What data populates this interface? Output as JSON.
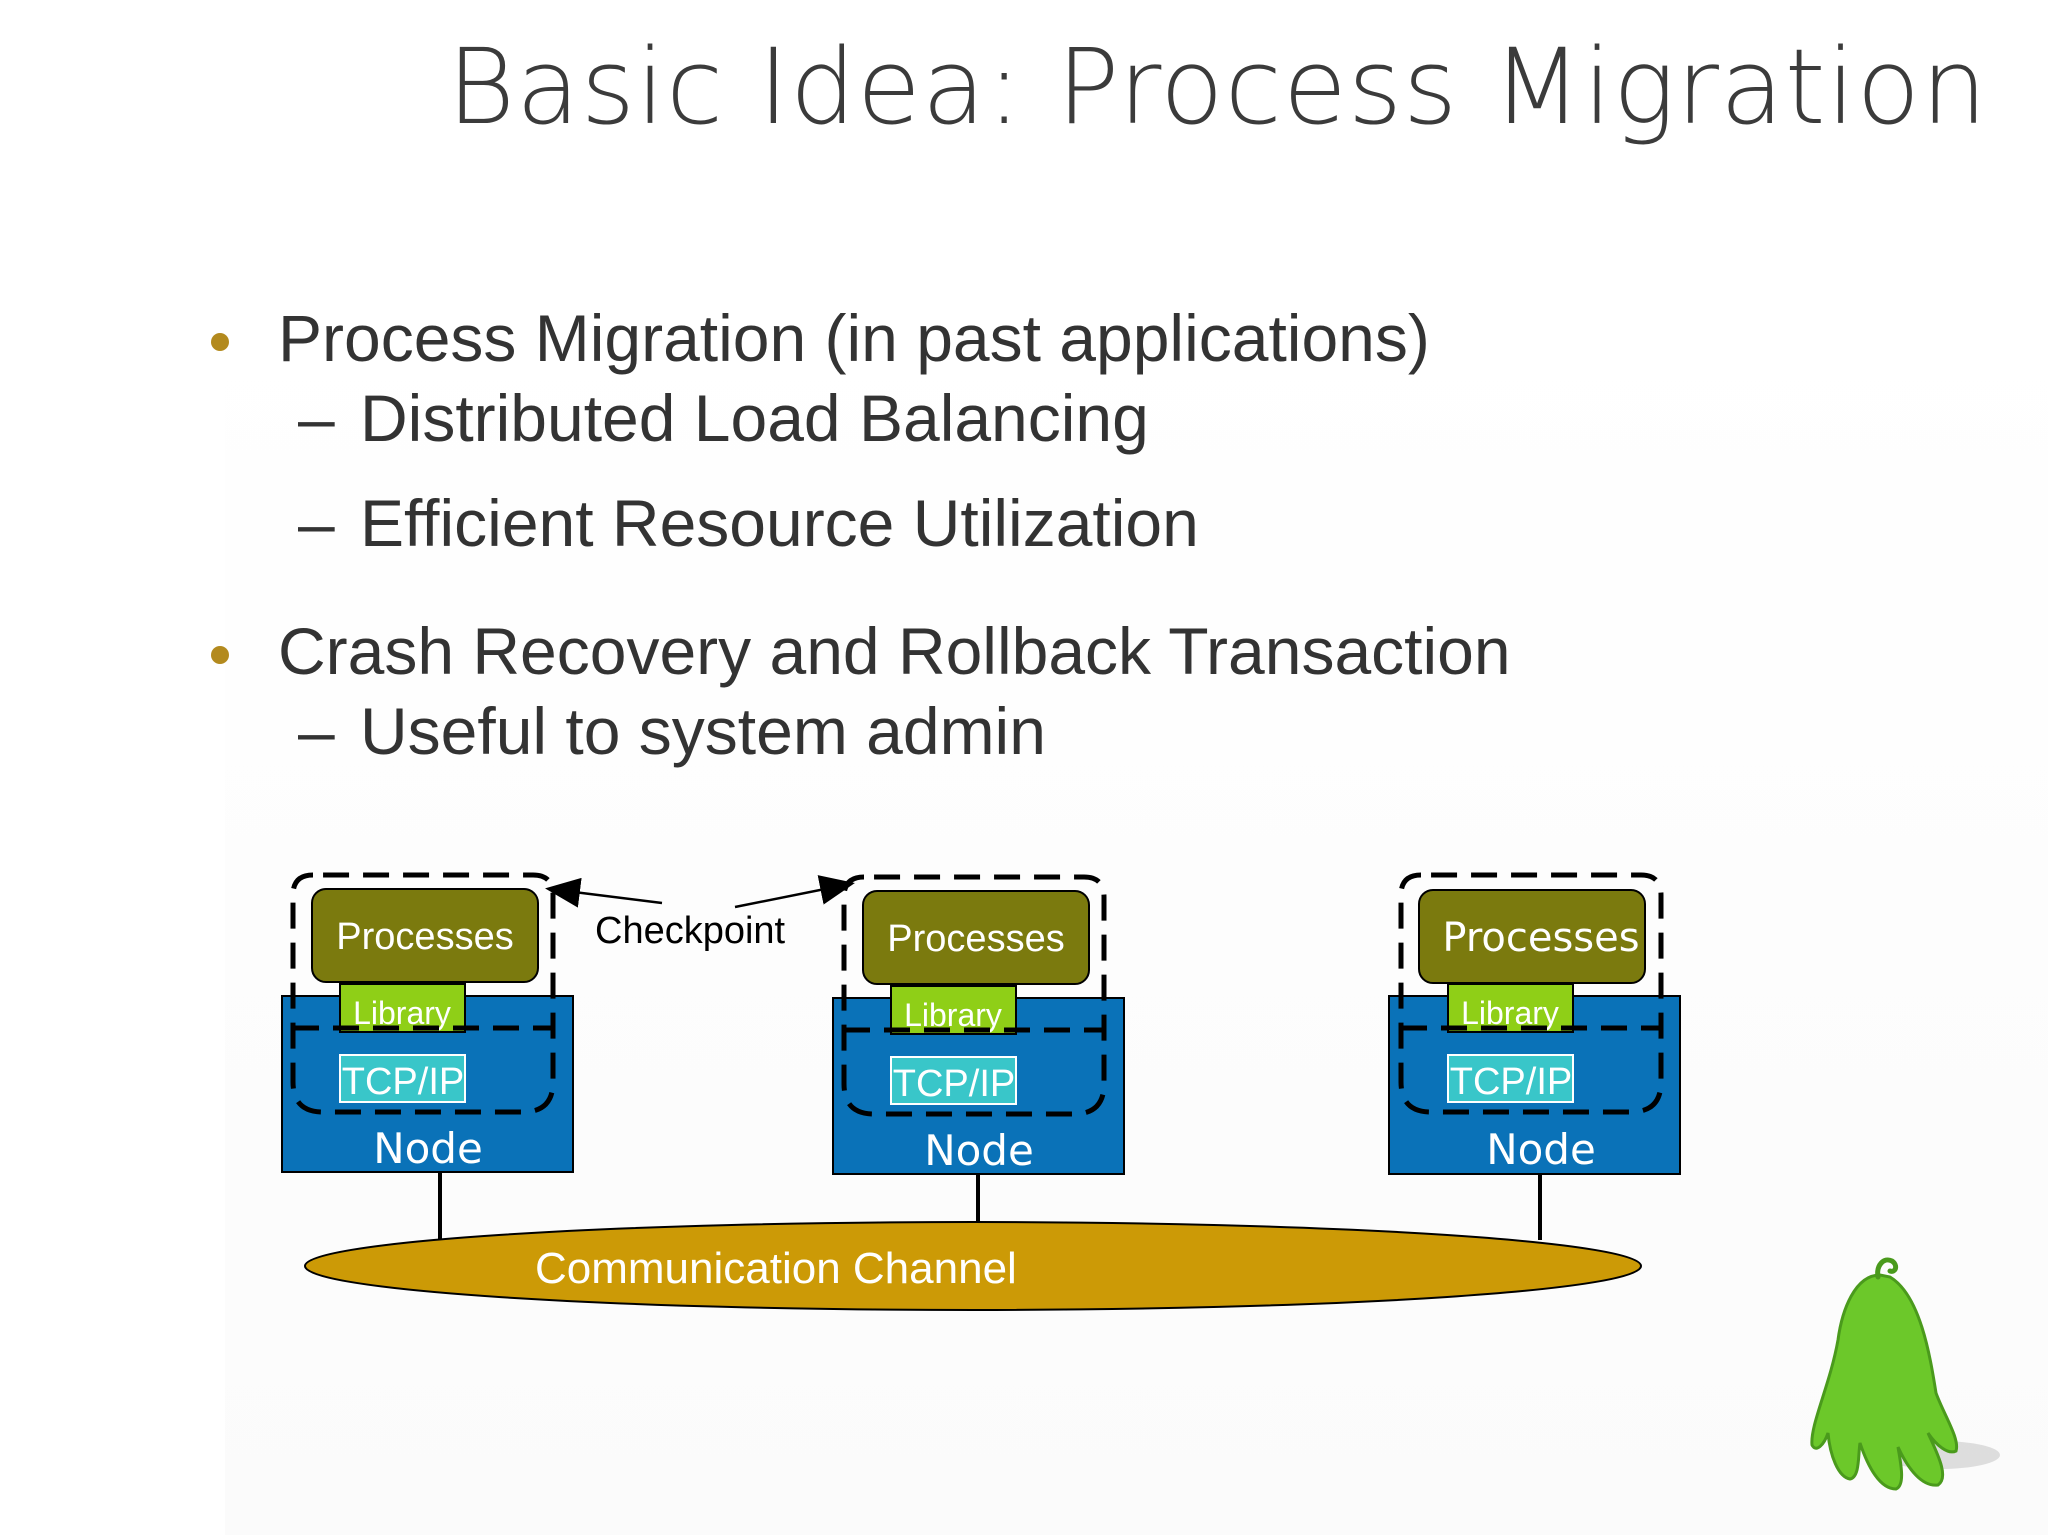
{
  "slide": {
    "title": "Basic Idea: Process Migration",
    "bullets": [
      {
        "text": "Process Migration (in past applications)",
        "subs": [
          "Distributed Load Balancing",
          "Efficient Resource Utilization"
        ]
      },
      {
        "text": "Crash Recovery and Rollback Transaction",
        "subs": [
          "Useful to system admin"
        ]
      }
    ],
    "dash": "–"
  },
  "diagram": {
    "nodes": [
      {
        "processes": "Processes",
        "library": "Library",
        "tcpip": "TCP/IP",
        "node": "Node"
      },
      {
        "processes": "Processes",
        "library": "Library",
        "tcpip": "TCP/IP",
        "node": "Node"
      },
      {
        "processes": "Processes",
        "library": "Library",
        "tcpip": "TCP/IP",
        "node": "Node"
      }
    ],
    "checkpoint_label": "Checkpoint",
    "channel_label": "Communication Channel",
    "colors": {
      "node": "#0a72b8",
      "processes": "#7b7a0e",
      "library": "#8fcf17",
      "tcpip": "#39c6c9",
      "channel": "#cc9a06",
      "bullet": "#b38a1e",
      "mascot": "#6cc82a"
    }
  }
}
